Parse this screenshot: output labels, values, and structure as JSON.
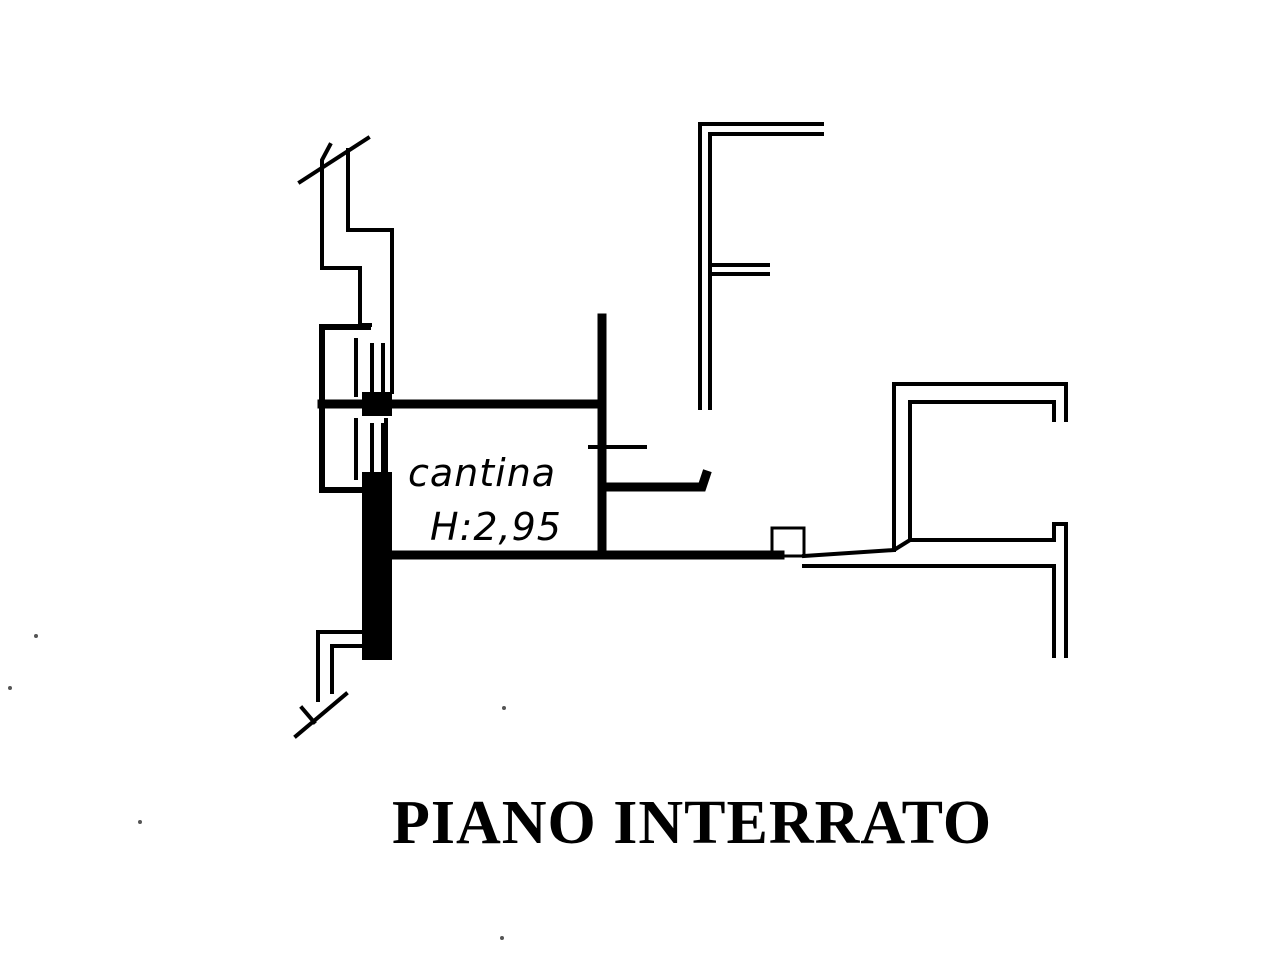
{
  "floor_plan": {
    "title": "PIANO INTERRATO",
    "room": {
      "name": "cantina",
      "height_label": "H:2,95"
    }
  }
}
